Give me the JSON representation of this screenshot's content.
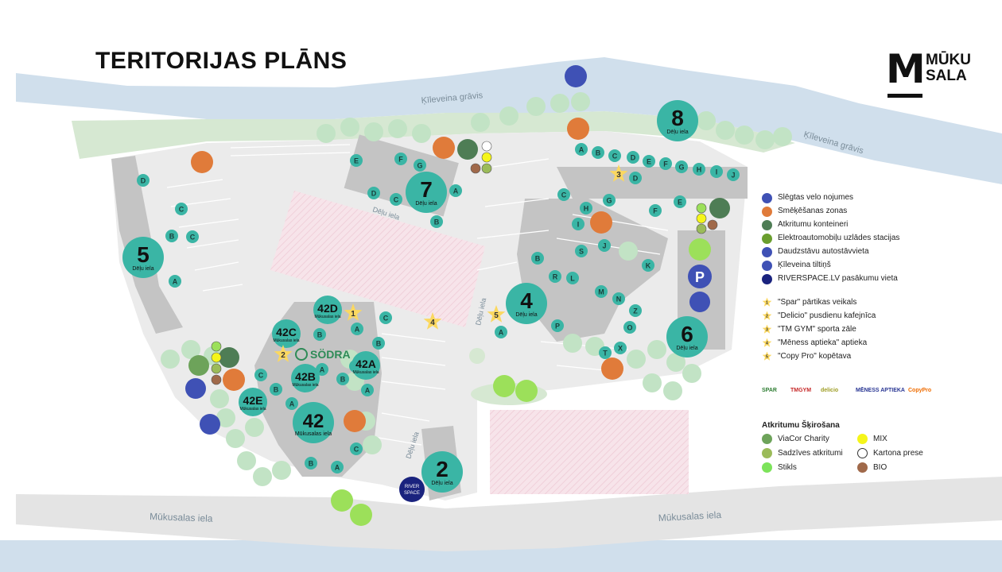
{
  "title": "TERITORIJAS PLĀNS",
  "logo": {
    "letter": "M",
    "line1": "MŪKU",
    "line2": "SALA"
  },
  "water_labels": {
    "top": "Ķīleveina grāvis",
    "right": "Ķīleveina grāvis"
  },
  "road_labels": {
    "bottom_left": "Mūkusalas iela",
    "bottom_right": "Mūkusalas iela",
    "dzelu_top": "Dēļu iela",
    "dzelu_mid": "Dēļu iela",
    "dzelu_low": "Dēļu iela"
  },
  "buildings": [
    {
      "num": "8",
      "street": "Dēļu iela"
    },
    {
      "num": "7",
      "street": "Dēļu iela"
    },
    {
      "num": "5",
      "street": "Dēļu iela"
    },
    {
      "num": "4",
      "street": "Dēļu iela"
    },
    {
      "num": "6",
      "street": "Dēļu iela"
    },
    {
      "num": "2",
      "street": "Dēļu iela"
    },
    {
      "num": "42D",
      "street": "Mūkusalas iela"
    },
    {
      "num": "42C",
      "street": "Mūkusalas iela"
    },
    {
      "num": "42A",
      "street": "Mūkusalas iela"
    },
    {
      "num": "42B",
      "street": "Mūkusalas iela"
    },
    {
      "num": "42E",
      "street": "Mūkusalas iela"
    },
    {
      "num": "42",
      "street": "Mūkusalas iela"
    }
  ],
  "sodra": "SÖDRA",
  "riverspace": {
    "line1": "RIVER",
    "line2": "SPACE"
  },
  "legend": [
    {
      "label": "Slēgtas velo nojumes",
      "color": "#3f51b5"
    },
    {
      "label": "Smēķēšanas zonas",
      "color": "#e07b3a"
    },
    {
      "label": "Atkritumu konteineri",
      "color": "#4e7d55"
    },
    {
      "label": "Elektroautomobiļu uzlādes stacijas",
      "color": "#6a9e2e"
    },
    {
      "label": "Daudzstāvu autostāvvieta",
      "color": "#3f51b5"
    },
    {
      "label": "Ķīleveina tiltiņš",
      "color": "#3f51b5"
    },
    {
      "label": "RIVERSPACE.LV pasākumu vieta",
      "color": "#1a237e"
    }
  ],
  "shops": [
    {
      "num": "1",
      "label": "\"Spar\" pārtikas veikals"
    },
    {
      "num": "2",
      "label": "\"Delicio\" pusdienu kafejnīca"
    },
    {
      "num": "3",
      "label": "\"TM GYM\" sporta zāle"
    },
    {
      "num": "4",
      "label": "\"Mēness aptieka\" aptieka"
    },
    {
      "num": "5",
      "label": "\"Copy Pro\" kopētava"
    }
  ],
  "sorting": {
    "title": "Atkritumu Šķirošana",
    "items": [
      {
        "label": "ViaCor Charity",
        "color": "#6da35a"
      },
      {
        "label": "Sadzīves atkritumi",
        "color": "#9bbb59"
      },
      {
        "label": "Stikls",
        "color": "#7ce35a"
      },
      {
        "label": "MIX",
        "color": "#f5f51a"
      },
      {
        "label": "Kartona prese",
        "color": "#ffffff"
      },
      {
        "label": "BIO",
        "color": "#a0694a"
      }
    ]
  },
  "brands": [
    {
      "text": "SPAR",
      "color": "#2e7d32"
    },
    {
      "text": "TMGYM",
      "color": "#c62828"
    },
    {
      "text": "delicio",
      "color": "#9e9d24"
    },
    {
      "text": "MĒNESS APTIEKA",
      "color": "#283593"
    },
    {
      "text": "CopyPro",
      "color": "#ef6c00"
    }
  ],
  "colors": {
    "water": "#d0dfec",
    "road": "#e6e6e6",
    "building": "#c4c4c4",
    "green": "#d6e8d2",
    "tree": "#c2e3c5",
    "teal": "#3ab5a5",
    "hatch": "#f5dde4"
  }
}
